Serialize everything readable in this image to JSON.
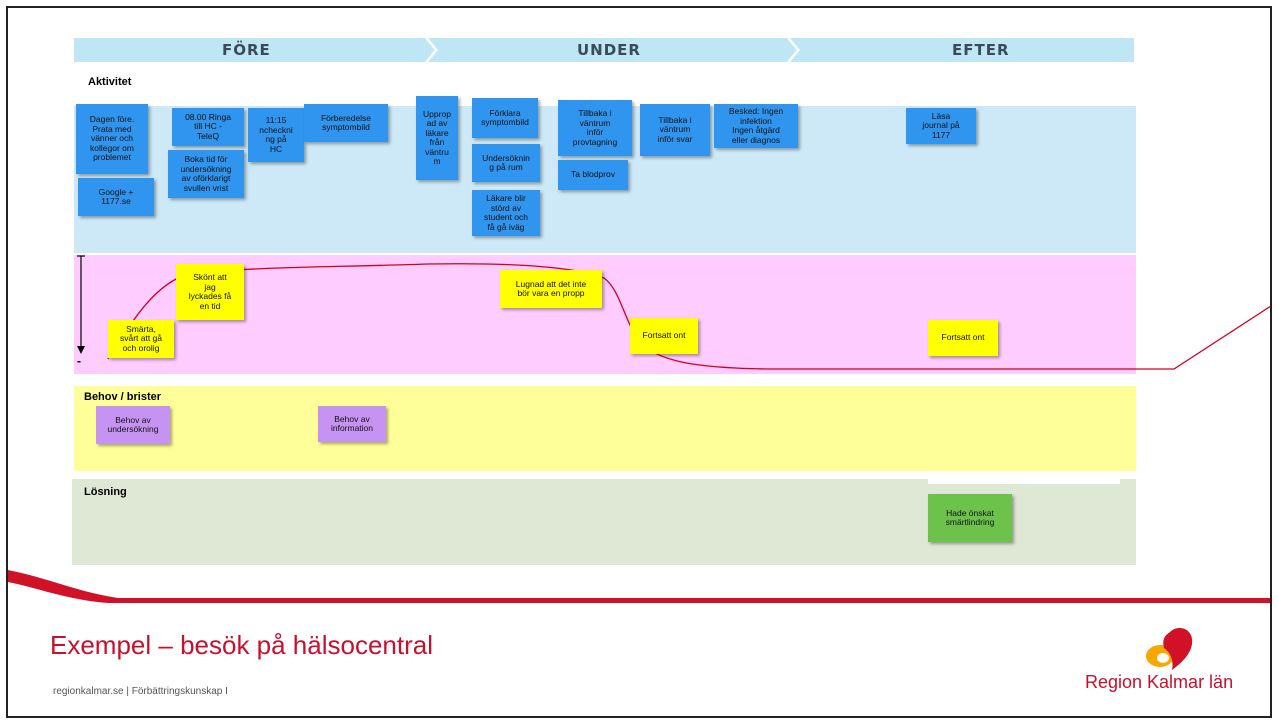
{
  "phases": [
    "FÖRE",
    "UNDER",
    "EFTER"
  ],
  "bands": {
    "aktivitet": "Aktivitet",
    "behov": "Behov / brister",
    "losning": "Lösning"
  },
  "emotion_axis": {
    "bottom_label": "-"
  },
  "notes": {
    "blue": [
      "Dagen före.\nPrata med\nvänner och\nkollegor om\nproblemet",
      "Google +\n1177.se",
      "08.00 Ringa\ntill HC -\nTeleQ",
      "Boka tid för\nundersökning\nav oförklarigt\nsvullen vrist",
      "11:15\nncheckni\nng på\nHC",
      "Förberedelse\nsymptombild",
      "Upprop\nad av\nläkare\nfrån\nväntru\nm",
      "Förklara\nsymptombild",
      "Undersöknin\ng på rum",
      "Läkare blir\nstörd av\nstudent och\nfå gå iväg",
      "Tillbaka i\nväntrum\ninför\nprovtagning",
      "Ta blodprov",
      "Tillbaka i\nväntrum\ninför svar",
      "Besked: Ingen\ninfektion\nIngen åtgärd\neller diagnos",
      "Läsa\njournal på\n1177"
    ],
    "yellow": [
      "Smärta,\nsvårt att gå\noch orolig",
      "Skönt att\njag\nlyckades få\nen tid",
      "Lugnad att det inte\nbör vara en propp",
      "Fortsatt ont",
      "Fortsatt ont"
    ],
    "purple": [
      "Behov av\nundersökning",
      "Behov av\ninformation"
    ],
    "green": [
      "Hade önskat\nsmärtlindring"
    ]
  },
  "footer": {
    "title": "Exempel – besök på hälsocentral",
    "url": "regionkalmar.se  |  Förbättringskunskap I",
    "logo_text": "Region Kalmar län"
  },
  "colors": {
    "phase_bar": "#bfe6f5",
    "aktivitet_band": "#cde9f7",
    "emotion_band": "#ffccff",
    "behov_band": "#ffff99",
    "losning_band": "#dfe8d5",
    "brand_red": "#c8102e"
  }
}
